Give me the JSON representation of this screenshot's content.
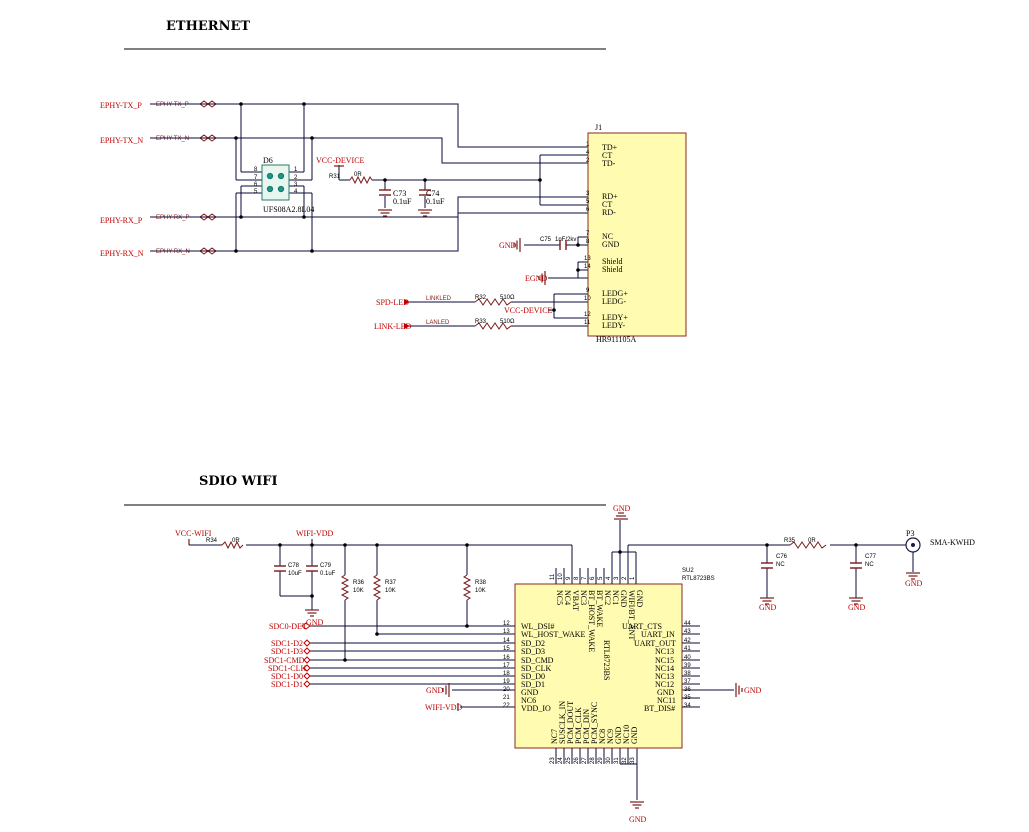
{
  "ethernet": {
    "title": "ETHERNET",
    "nets": {
      "tx_p": "EPHY-TX_P",
      "tx_n": "EPHY-TX_N",
      "rx_p": "EPHY-RX_P",
      "rx_n": "EPHY-RX_N",
      "spd_led": "SPD-LED",
      "link_led": "LINK-LED",
      "gnd": "GND",
      "egnd": "EGND",
      "vcc_device": "VCC-DEVICE"
    },
    "wire_labels": {
      "tx_p": "EPHY-TX_P",
      "tx_n": "EPHY-TX_N",
      "rx_p": "EPHY-RX_P",
      "rx_n": "EPHY-RX_N",
      "linkled": "LINKLED",
      "lanled": "LANLED"
    },
    "d6": {
      "ref": "D6",
      "part": "UFS08A2.8L04",
      "pins": [
        "8",
        "7",
        "6",
        "5",
        "1",
        "2",
        "3",
        "4"
      ]
    },
    "r31": {
      "ref": "R31",
      "value": "0R"
    },
    "r32": {
      "ref": "R32",
      "value": "510Ω"
    },
    "r33": {
      "ref": "R33",
      "value": "510Ω"
    },
    "c73": {
      "ref": "C73",
      "value": "0.1uF"
    },
    "c74": {
      "ref": "C74",
      "value": "0.1uF"
    },
    "c75": {
      "ref": "C75",
      "value": "1nF/2kv"
    },
    "j1": {
      "ref": "J1",
      "part": "HR911105A",
      "pins": [
        {
          "num": "1",
          "name": "TD+"
        },
        {
          "num": "4",
          "name": "CT"
        },
        {
          "num": "2",
          "name": "TD-"
        },
        {
          "num": "3",
          "name": "RD+"
        },
        {
          "num": "5",
          "name": "CT"
        },
        {
          "num": "6",
          "name": "RD-"
        },
        {
          "num": "7",
          "name": "NC"
        },
        {
          "num": "8",
          "name": "GND"
        },
        {
          "num": "13",
          "name": "Shield"
        },
        {
          "num": "14",
          "name": "Shield"
        },
        {
          "num": "9",
          "name": "LEDG+"
        },
        {
          "num": "10",
          "name": "LEDG-"
        },
        {
          "num": "12",
          "name": "LEDY+"
        },
        {
          "num": "11",
          "name": "LEDY-"
        }
      ]
    }
  },
  "wifi": {
    "title": "SDIO WIFI",
    "vcc_wifi": "VCC-WIFI",
    "wifi_vdd": "WIFI-VDD",
    "gnd": "GND",
    "r34": {
      "ref": "R34",
      "value": "0R"
    },
    "c78": {
      "ref": "C78",
      "value": "10uF"
    },
    "c79": {
      "ref": "C79",
      "value": "0.1uF"
    },
    "r36": {
      "ref": "R36",
      "value": "10K"
    },
    "r37": {
      "ref": "R37",
      "value": "10K"
    },
    "r38": {
      "ref": "R38",
      "value": "10K"
    },
    "r35": {
      "ref": "R35",
      "value": "0R"
    },
    "c76": {
      "ref": "C76",
      "value": "NC"
    },
    "c77": {
      "ref": "C77",
      "value": "NC"
    },
    "p3": {
      "ref": "P3",
      "part": "SMA-KWHD"
    },
    "u2": {
      "ref": "SU2",
      "part": "RTL8723BS",
      "body_text": "RTL8723BS"
    },
    "sd_nets": [
      "SDC0-DET",
      "SDC1-D2",
      "SDC1-D3",
      "SDC1-CMD",
      "SDC1-CLK",
      "SDC1-D0",
      "SDC1-D1"
    ],
    "left_pins": [
      {
        "num": "12",
        "name": "WL_DSI#"
      },
      {
        "num": "13",
        "name": "WL_HOST_WAKE"
      },
      {
        "num": "14",
        "name": "SD_D2"
      },
      {
        "num": "15",
        "name": "SD_D3"
      },
      {
        "num": "16",
        "name": "SD_CMD"
      },
      {
        "num": "17",
        "name": "SD_CLK"
      },
      {
        "num": "18",
        "name": "SD_D0"
      },
      {
        "num": "19",
        "name": "SD_D1"
      },
      {
        "num": "20",
        "name": "GND"
      },
      {
        "num": "21",
        "name": "NC6"
      },
      {
        "num": "22",
        "name": "VDD_IO"
      }
    ],
    "right_pins": [
      {
        "num": "44",
        "name": "UART_CTS"
      },
      {
        "num": "43",
        "name": "UART_IN"
      },
      {
        "num": "42",
        "name": "UART_OUT"
      },
      {
        "num": "41",
        "name": "NC13"
      },
      {
        "num": "40",
        "name": "NC15"
      },
      {
        "num": "39",
        "name": "NC14"
      },
      {
        "num": "38",
        "name": "NC13"
      },
      {
        "num": "37",
        "name": "NC12"
      },
      {
        "num": "36",
        "name": "GND"
      },
      {
        "num": "35",
        "name": "NC11"
      },
      {
        "num": "34",
        "name": "BT_DIS#"
      }
    ],
    "top_pins": [
      {
        "num": "11",
        "name": "NC5"
      },
      {
        "num": "10",
        "name": "NC4"
      },
      {
        "num": "9",
        "name": "VBAT"
      },
      {
        "num": "8",
        "name": "NC3"
      },
      {
        "num": "7",
        "name": "BT_HOST_WAKE"
      },
      {
        "num": "6",
        "name": "BT_WAKE"
      },
      {
        "num": "5",
        "name": "NC2"
      },
      {
        "num": "4",
        "name": "NC1"
      },
      {
        "num": "3",
        "name": "GND"
      },
      {
        "num": "2",
        "name": "WIFI/BT_ANT"
      },
      {
        "num": "1",
        "name": "GND"
      }
    ],
    "bottom_pins": [
      {
        "num": "23",
        "name": "NC7"
      },
      {
        "num": "24",
        "name": "SUSCLK_IN"
      },
      {
        "num": "25",
        "name": "PCM_DOUT"
      },
      {
        "num": "26",
        "name": "PCM_CLK"
      },
      {
        "num": "27",
        "name": "PCM_DIN"
      },
      {
        "num": "28",
        "name": "PCM_SYNC"
      },
      {
        "num": "29",
        "name": "NC8"
      },
      {
        "num": "30",
        "name": "NC9"
      },
      {
        "num": "31",
        "name": "GND"
      },
      {
        "num": "32",
        "name": "NC10"
      },
      {
        "num": "33",
        "name": "GND"
      }
    ]
  }
}
